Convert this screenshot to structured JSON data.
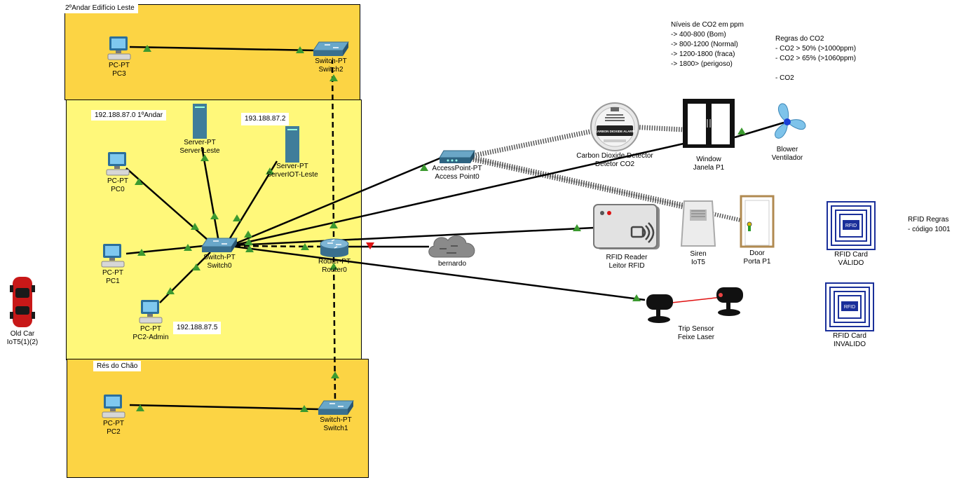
{
  "zones": {
    "second_floor": "2ºAndar Edifício Leste",
    "first_floor": "192.188.87.0 1ºAndar",
    "ground_floor": "Rés do Chão"
  },
  "notes": {
    "iot_server_ip": "193.188.87.2",
    "admin_ip": "192.188.87.5",
    "co2_levels": [
      "Níveis de CO2 em ppm",
      "-> 400-800 (Bom)",
      "-> 800-1200 (Normal)",
      "-> 1200-1800 (fraca)",
      "-> 1800> (perigoso)"
    ],
    "co2_rules": [
      "Regras do CO2",
      "- CO2 > 50%  (>1000ppm)",
      "- CO2 > 65% (>1060ppm)",
      "",
      "- CO2"
    ],
    "rfid_rules": [
      "RFID Regras",
      "- código 1001"
    ]
  },
  "devices": {
    "pc3": {
      "type": "PC-PT",
      "name": "PC3"
    },
    "switch2": {
      "type": "Switch-PT",
      "name": "Switch2"
    },
    "server_leste": {
      "type": "Server-PT",
      "name": "Server-Leste"
    },
    "server_iot": {
      "type": "Server-PT",
      "name": "ServerIOT-Leste"
    },
    "pc0": {
      "type": "PC-PT",
      "name": "PC0"
    },
    "pc1": {
      "type": "PC-PT",
      "name": "PC1"
    },
    "pc2_admin": {
      "type": "PC-PT",
      "name": "PC2-Admin"
    },
    "switch0": {
      "type": "Switch-PT",
      "name": "Switch0"
    },
    "router0": {
      "type": "Router-PT",
      "name": "Router0"
    },
    "pc2": {
      "type": "PC-PT",
      "name": "PC2"
    },
    "switch1": {
      "type": "Switch-PT",
      "name": "Switch1"
    },
    "access_point": {
      "type": "AccessPoint-PT",
      "name": "Access Point0"
    },
    "cloud": {
      "name": "bernardo"
    },
    "co2_detector": {
      "type": "Carbon Dioxide Detector",
      "name": "Detetor CO2",
      "face_text": "CARBON DIOXIDE ALARM"
    },
    "window": {
      "type": "Window",
      "name": "Janela P1"
    },
    "blower": {
      "type": "Blower",
      "name": "Ventilador"
    },
    "rfid_reader": {
      "type": "RFID Reader",
      "name": "Leitor RFID"
    },
    "siren": {
      "type": "Siren",
      "name": "IoT5"
    },
    "door": {
      "type": "Door",
      "name": "Porta P1"
    },
    "trip_sensor": {
      "type": "Trip Sensor",
      "name": "Feixe Laser"
    },
    "rfid_valid": {
      "type": "RFID Card",
      "name": "VÁLIDO",
      "chip_text": "RFID"
    },
    "rfid_invalid": {
      "type": "RFID Card",
      "name": "INVALIDO",
      "chip_text": "RFID"
    },
    "old_car": {
      "type": "Old Car",
      "name": "IoT5(1)(2)"
    }
  },
  "colors": {
    "zone_orange": "#fcd444",
    "zone_yellow": "#fff87a",
    "link_up": "#3c9a30",
    "link_down": "#dd1111"
  }
}
